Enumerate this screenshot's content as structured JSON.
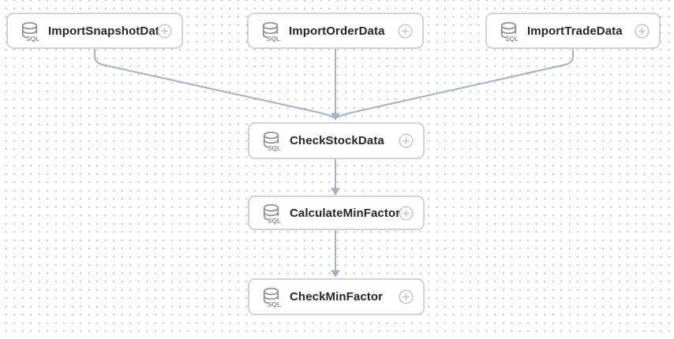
{
  "app": {
    "view": "workflow-dag-canvas"
  },
  "theme": {
    "canvas_bg": "#ffffff",
    "grid_dot_color": "#9a9a9a",
    "node_bg": "#ffffff",
    "node_border_color": "#d2d2d2",
    "node_label_color": "#262626",
    "task_icon_color": "#8d8d8d",
    "plus_icon_color": "#c5c5c5",
    "edge_color": "#a2b1c6"
  },
  "icon": {
    "type": "sql-database-icon",
    "caption": "SQL"
  },
  "nodes": [
    {
      "label": "ImportSnapshotDat",
      "type": "SQL"
    },
    {
      "label": "ImportOrderData",
      "type": "SQL"
    },
    {
      "label": "ImportTradeData",
      "type": "SQL"
    },
    {
      "label": "CheckStockData",
      "type": "SQL"
    },
    {
      "label": "CalculateMinFactor",
      "type": "SQL"
    },
    {
      "label": "CheckMinFactor",
      "type": "SQL"
    }
  ],
  "edges": [
    {
      "from": "ImportSnapshotDat",
      "to": "CheckStockData"
    },
    {
      "from": "ImportOrderData",
      "to": "CheckStockData"
    },
    {
      "from": "ImportTradeData",
      "to": "CheckStockData"
    },
    {
      "from": "CheckStockData",
      "to": "CalculateMinFactor"
    },
    {
      "from": "CalculateMinFactor",
      "to": "CheckMinFactor"
    }
  ]
}
